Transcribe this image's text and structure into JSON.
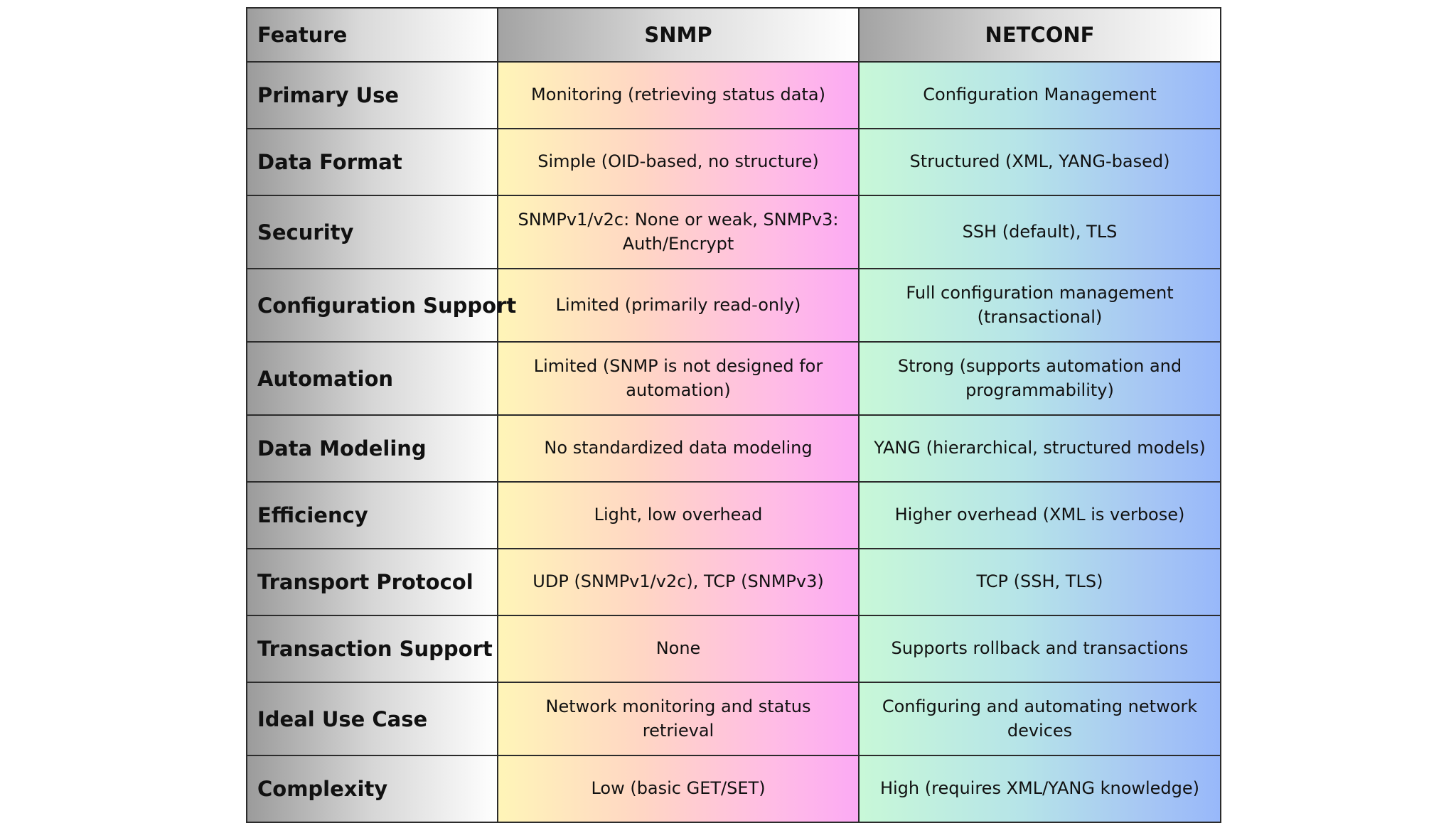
{
  "table": {
    "headers": {
      "feature": "Feature",
      "snmp": "SNMP",
      "netconf": "NETCONF"
    },
    "rows": [
      {
        "feature": "Primary Use",
        "snmp": "Monitoring (retrieving status data)",
        "netconf": "Configuration Management"
      },
      {
        "feature": "Data Format",
        "snmp": "Simple (OID-based, no structure)",
        "netconf": "Structured (XML, YANG-based)"
      },
      {
        "feature": "Security",
        "snmp": "SNMPv1/v2c: None or weak, SNMPv3: Auth/Encrypt",
        "netconf": "SSH (default), TLS"
      },
      {
        "feature": "Configuration Support",
        "snmp": "Limited (primarily read-only)",
        "netconf": "Full configuration management (transactional)"
      },
      {
        "feature": "Automation",
        "snmp": "Limited (SNMP is not designed for automation)",
        "netconf": "Strong (supports automation and programmability)"
      },
      {
        "feature": "Data Modeling",
        "snmp": "No standardized data modeling",
        "netconf": "YANG (hierarchical, structured models)"
      },
      {
        "feature": "Efficiency",
        "snmp": "Light, low overhead",
        "netconf": "Higher overhead (XML is verbose)"
      },
      {
        "feature": "Transport Protocol",
        "snmp": "UDP (SNMPv1/v2c), TCP (SNMPv3)",
        "netconf": "TCP (SSH, TLS)"
      },
      {
        "feature": "Transaction Support",
        "snmp": "None",
        "netconf": "Supports rollback and transactions"
      },
      {
        "feature": "Ideal Use Case",
        "snmp": "Network monitoring and status retrieval",
        "netconf": "Configuring and automating network devices"
      },
      {
        "feature": "Complexity",
        "snmp": "Low (basic GET/SET)",
        "netconf": "High (requires XML/YANG knowledge)"
      }
    ]
  }
}
